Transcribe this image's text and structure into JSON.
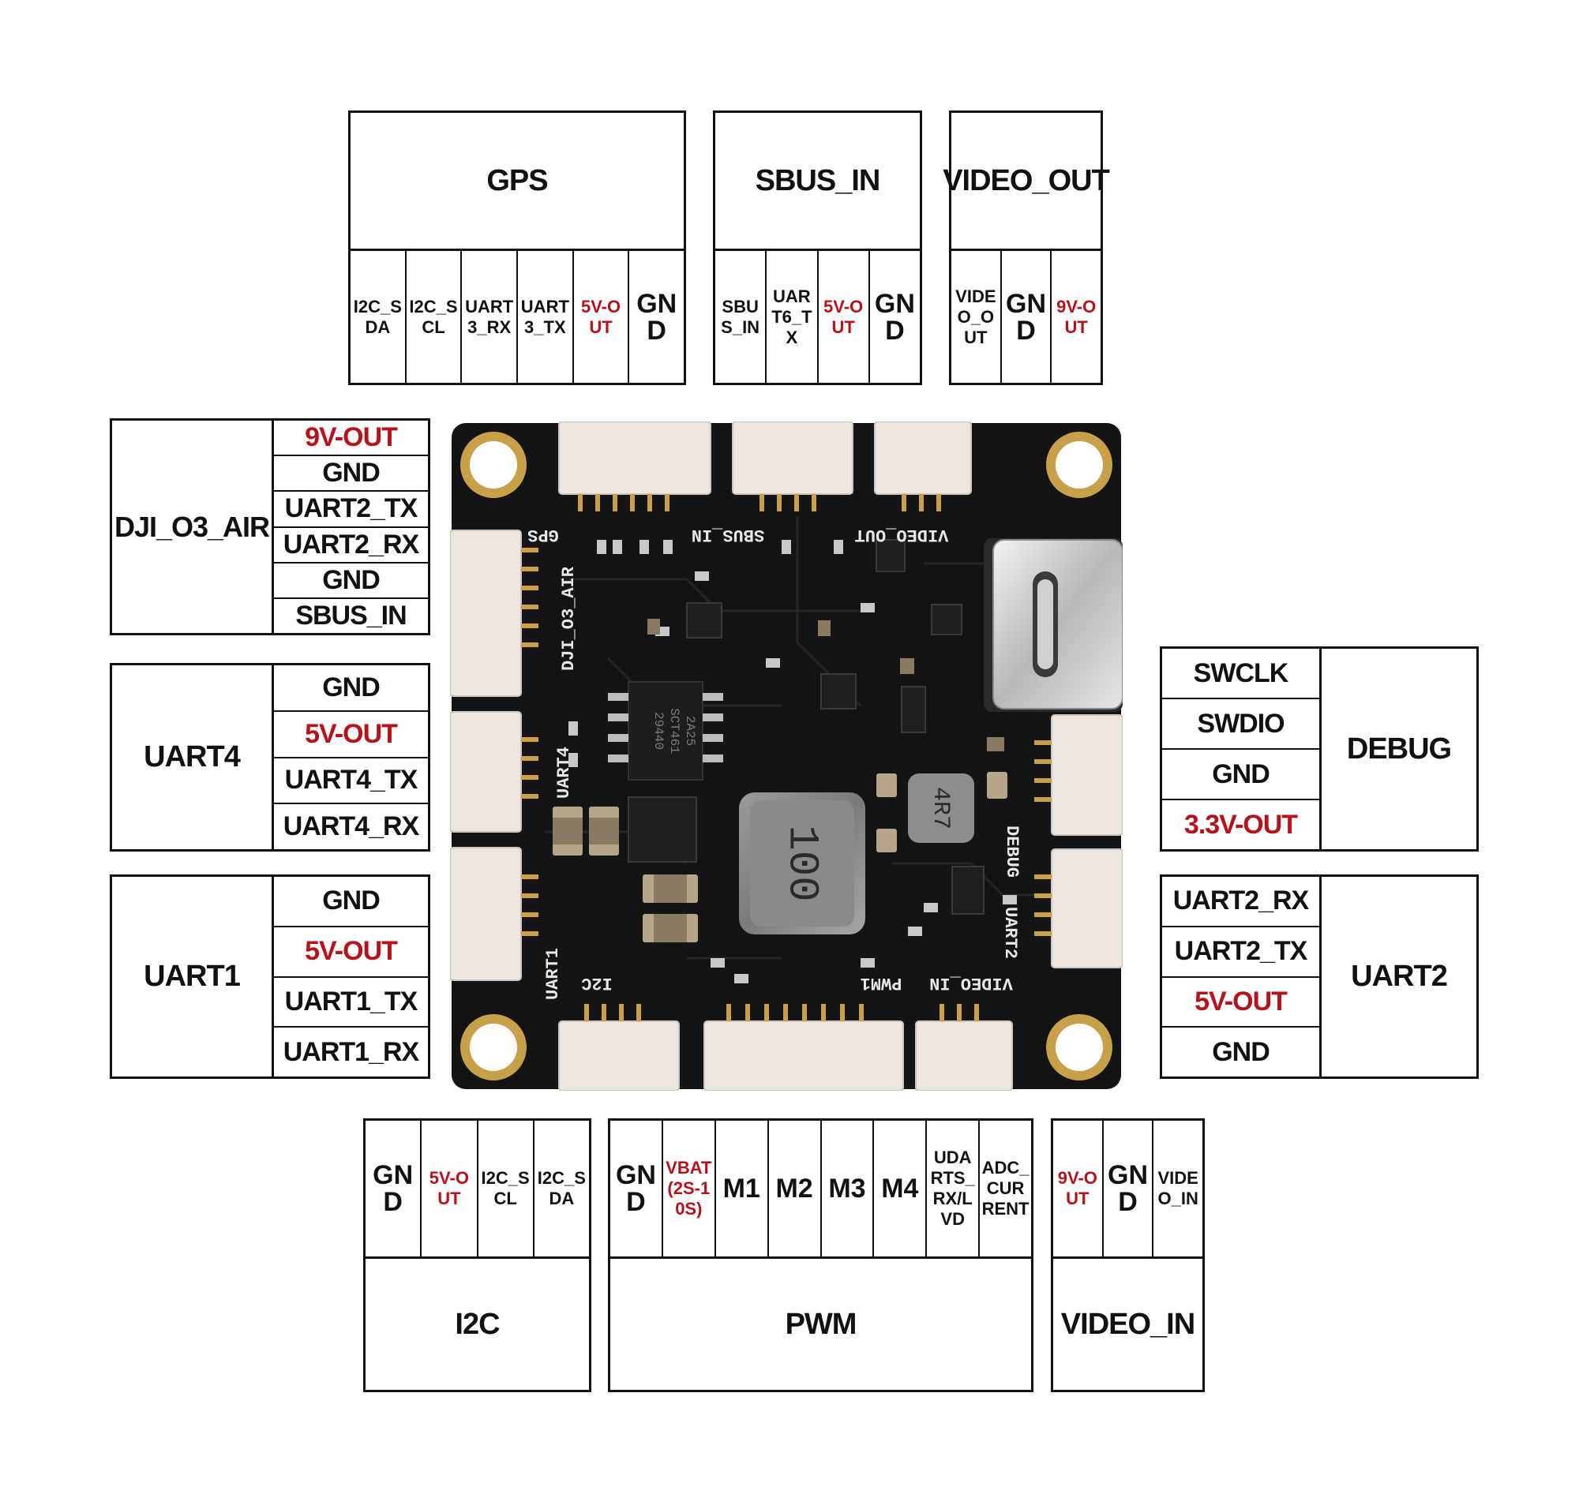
{
  "connectors": {
    "gps": {
      "title": "GPS",
      "pins": [
        {
          "label": "I2C_SDA",
          "red": false,
          "big": false
        },
        {
          "label": "I2C_SCL",
          "red": false,
          "big": false
        },
        {
          "label": "UART3_RX",
          "red": false,
          "big": false
        },
        {
          "label": "UART3_TX",
          "red": false,
          "big": false
        },
        {
          "label": "5V-OUT",
          "red": true,
          "big": false
        },
        {
          "label": "GND",
          "red": false,
          "big": true
        }
      ]
    },
    "sbus_in": {
      "title": "SBUS_IN",
      "pins": [
        {
          "label": "SBUS_IN",
          "red": false,
          "big": false
        },
        {
          "label": "UART6_TX",
          "red": false,
          "big": false
        },
        {
          "label": "5V-OUT",
          "red": true,
          "big": false
        },
        {
          "label": "GND",
          "red": false,
          "big": true
        }
      ]
    },
    "video_out": {
      "title": "VIDEO_OUT",
      "pins": [
        {
          "label": "VIDEO_OUT",
          "red": false,
          "big": false
        },
        {
          "label": "GND",
          "red": false,
          "big": true
        },
        {
          "label": "9V-OUT",
          "red": true,
          "big": false
        }
      ]
    },
    "dji_o3_air": {
      "title": "DJI_O3_AIR",
      "pins": [
        {
          "label": "9V-OUT",
          "red": true
        },
        {
          "label": "GND",
          "red": false
        },
        {
          "label": "UART2_TX",
          "red": false
        },
        {
          "label": "UART2_RX",
          "red": false
        },
        {
          "label": "GND",
          "red": false
        },
        {
          "label": "SBUS_IN",
          "red": false
        }
      ]
    },
    "uart4": {
      "title": "UART4",
      "pins": [
        {
          "label": "GND",
          "red": false
        },
        {
          "label": "5V-OUT",
          "red": true
        },
        {
          "label": "UART4_TX",
          "red": false
        },
        {
          "label": "UART4_RX",
          "red": false
        }
      ]
    },
    "uart1": {
      "title": "UART1",
      "pins": [
        {
          "label": "GND",
          "red": false
        },
        {
          "label": "5V-OUT",
          "red": true
        },
        {
          "label": "UART1_TX",
          "red": false
        },
        {
          "label": "UART1_RX",
          "red": false
        }
      ]
    },
    "debug": {
      "title": "DEBUG",
      "pins": [
        {
          "label": "SWCLK",
          "red": false
        },
        {
          "label": "SWDIO",
          "red": false
        },
        {
          "label": "GND",
          "red": false
        },
        {
          "label": "3.3V-OUT",
          "red": true
        }
      ]
    },
    "uart2": {
      "title": "UART2",
      "pins": [
        {
          "label": "UART2_RX",
          "red": false
        },
        {
          "label": "UART2_TX",
          "red": false
        },
        {
          "label": "5V-OUT",
          "red": true
        },
        {
          "label": "GND",
          "red": false
        }
      ]
    },
    "i2c": {
      "title": "I2C",
      "pins": [
        {
          "label": "GND",
          "red": false,
          "big": true
        },
        {
          "label": "5V-OUT",
          "red": true,
          "big": false
        },
        {
          "label": "I2C_SCL",
          "red": false,
          "big": false
        },
        {
          "label": "I2C_SDA",
          "red": false,
          "big": false
        }
      ]
    },
    "pwm": {
      "title": "PWM",
      "pins": [
        {
          "label": "GND",
          "red": false,
          "big": true
        },
        {
          "label": "VBAT(2S-10S)",
          "red": true,
          "big": false
        },
        {
          "label": "M1",
          "red": false,
          "big": true
        },
        {
          "label": "M2",
          "red": false,
          "big": true
        },
        {
          "label": "M3",
          "red": false,
          "big": true
        },
        {
          "label": "M4",
          "red": false,
          "big": true
        },
        {
          "label": "UDARTS_RX/LVD",
          "red": false,
          "big": false
        },
        {
          "label": "ADC_CURRENT",
          "red": false,
          "big": false
        }
      ]
    },
    "video_in": {
      "title": "VIDEO_IN",
      "pins": [
        {
          "label": "9V-OUT",
          "red": true,
          "big": false
        },
        {
          "label": "GND",
          "red": false,
          "big": true
        },
        {
          "label": "VIDEO_IN",
          "red": false,
          "big": false
        }
      ]
    }
  },
  "board": {
    "silkscreen": {
      "gps": "GPS",
      "sbus_in": "SBUS_IN",
      "video_out": "VIDEO_OUT",
      "dji_o3_air": "DJI_O3_AIR",
      "uart4": "UART4",
      "uart1": "UART1",
      "i2c": "I2C",
      "pwm": "PWM1",
      "video_in": "VIDEO_IN",
      "debug": "DEBUG",
      "uart2": "UART2",
      "inductor_main": "100",
      "inductor_small": "4R7",
      "ic_line1": "2A25",
      "ic_line2": "SCT461",
      "ic_line3": "29440"
    },
    "colors": {
      "pcb": "#141414",
      "connector": "#ece6df",
      "pad_gold": "#c8a04a",
      "trace": "#262626"
    }
  },
  "colors": {
    "accent_red": "#b5121b",
    "line": "#111111"
  }
}
